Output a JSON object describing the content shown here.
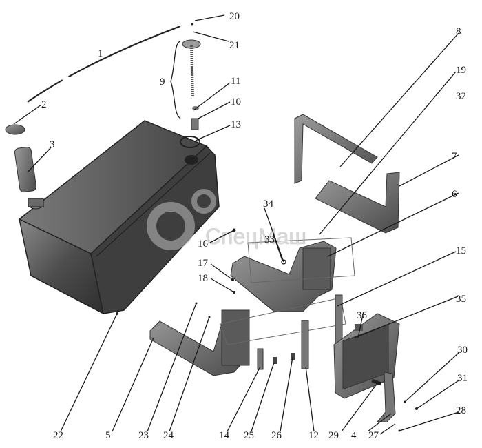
{
  "watermark": {
    "text": "СпецМаш"
  },
  "callouts": [
    "1",
    "2",
    "3",
    "4",
    "5",
    "6",
    "7",
    "8",
    "9",
    "10",
    "11",
    "12",
    "13",
    "14",
    "15",
    "16",
    "17",
    "18",
    "19",
    "20",
    "21",
    "22",
    "23",
    "24",
    "25",
    "26",
    "27",
    "28",
    "29",
    "30",
    "31",
    "32",
    "33",
    "34",
    "35",
    "36"
  ],
  "colors": {
    "ink": "#1a1a1a",
    "tank_dark": "#3a3a3a",
    "tank_mid": "#6b6b6b",
    "part_mid": "#8a8a8a",
    "watermark": "#bdbdbd"
  }
}
